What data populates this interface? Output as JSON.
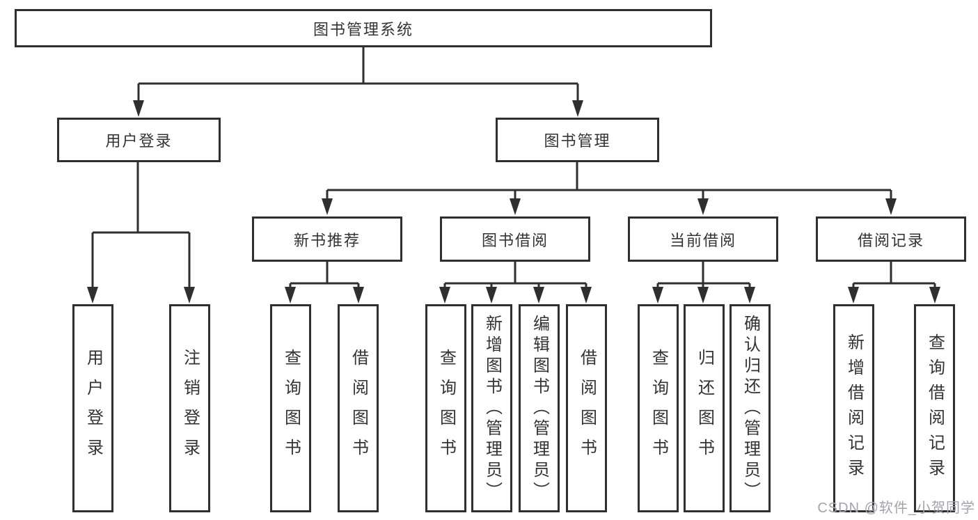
{
  "tree": {
    "root": {
      "label": "图书管理系统"
    },
    "branches": [
      {
        "label": "用户登录",
        "children": [
          {
            "label": "用户登录"
          },
          {
            "label": "注销登录"
          }
        ]
      },
      {
        "label": "图书管理",
        "children": [
          {
            "label": "新书推荐",
            "children": [
              {
                "label": "查询图书"
              },
              {
                "label": "借阅图书"
              }
            ]
          },
          {
            "label": "图书借阅",
            "children": [
              {
                "label": "查询图书"
              },
              {
                "label": "新增图书（管理员）"
              },
              {
                "label": "编辑图书（管理员）"
              },
              {
                "label": "借阅图书"
              }
            ]
          },
          {
            "label": "当前借阅",
            "children": [
              {
                "label": "查询图书"
              },
              {
                "label": "归还图书"
              },
              {
                "label": "确认归还（管理员）"
              }
            ]
          },
          {
            "label": "借阅记录",
            "children": [
              {
                "label": "新增借阅记录"
              },
              {
                "label": "查询借阅记录"
              }
            ]
          }
        ]
      }
    ]
  },
  "watermark": {
    "text": "CSDN @软件_小贺同学"
  },
  "colors": {
    "line": "#2f2f2f",
    "text": "#333333",
    "background": "#ffffff",
    "watermark": "#a3a3ad"
  }
}
